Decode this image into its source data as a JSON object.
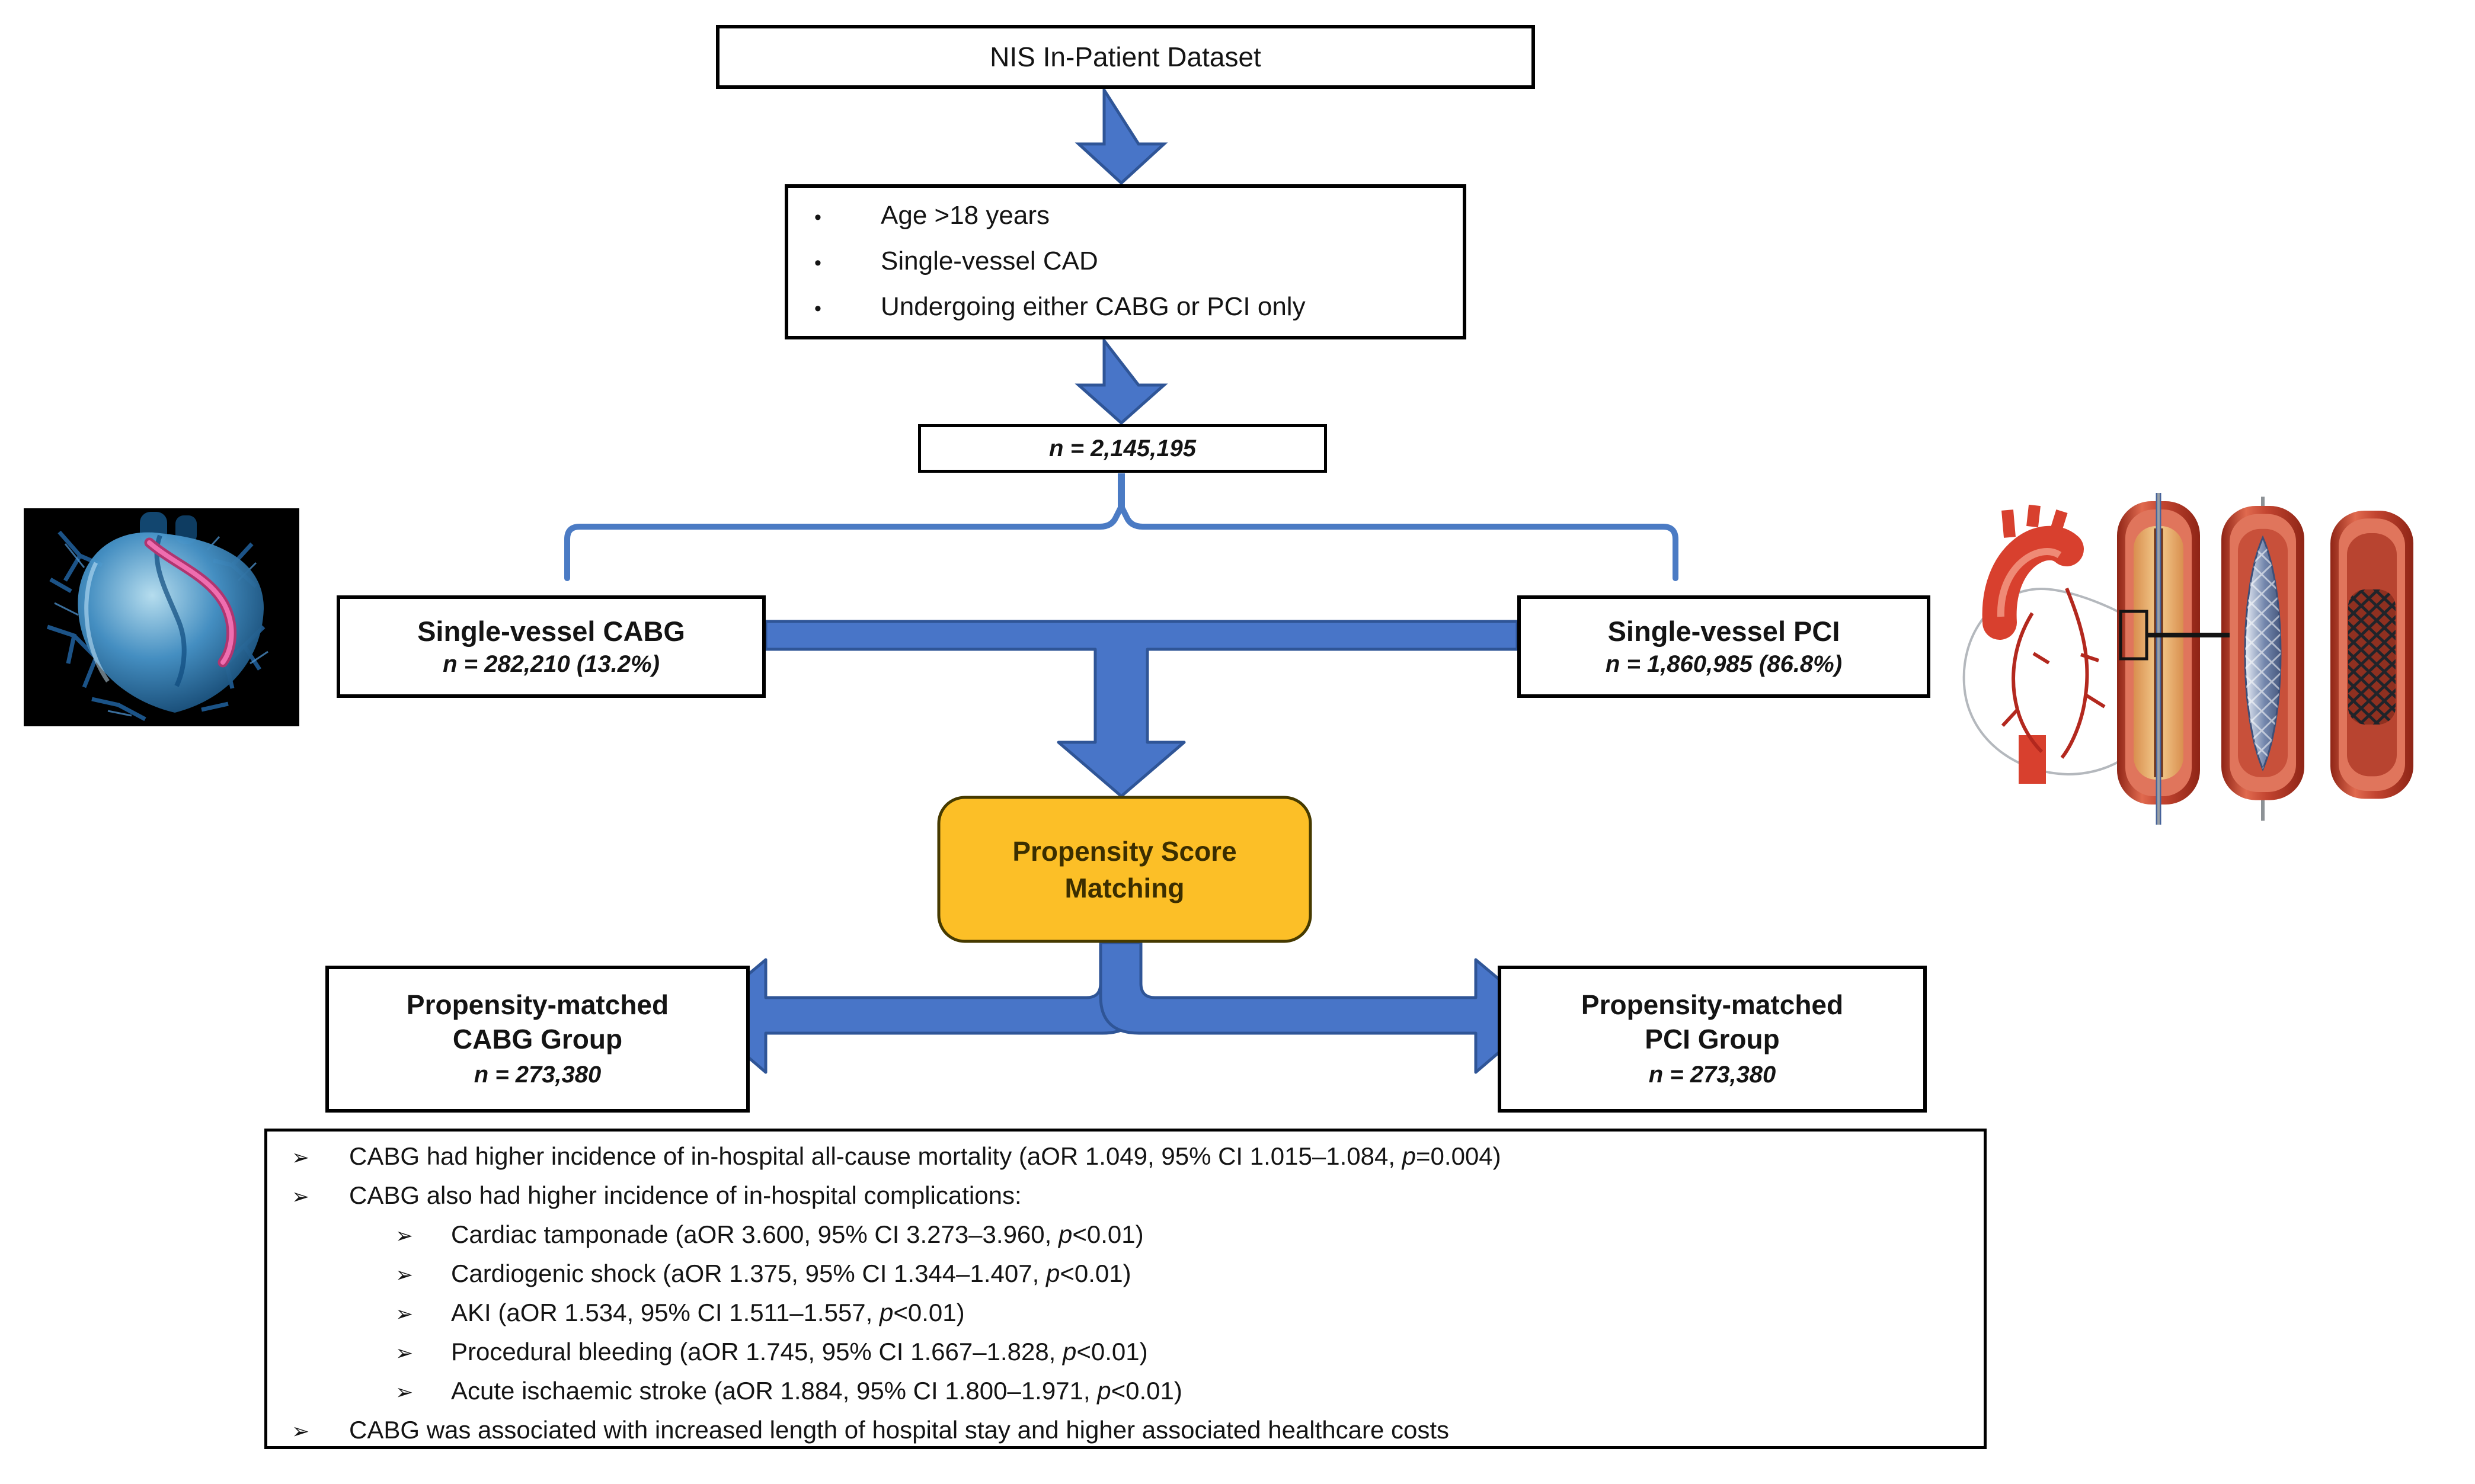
{
  "flow": {
    "top_box": "NIS In-Patient Dataset",
    "criteria": {
      "bullet": "•",
      "items": [
        "Age >18 years",
        "Single-vessel CAD",
        "Undergoing either CABG or PCI only"
      ]
    },
    "total_n": "n = 2,145,195",
    "cabg": {
      "title": "Single-vessel CABG",
      "n": "n = 282,210 (13.2%)"
    },
    "pci": {
      "title": "Single-vessel PCI",
      "n": "n = 1,860,985 (86.8%)"
    },
    "matching": {
      "label": "Propensity Score Matching"
    },
    "matched_cabg": {
      "line1": "Propensity-matched",
      "line2": "CABG Group",
      "n": "n = 273,380"
    },
    "matched_pci": {
      "line1": "Propensity-matched",
      "line2": "PCI Group",
      "n": "n = 273,380"
    },
    "results": {
      "bullet": "➢",
      "items": [
        {
          "level": 1,
          "pre": "CABG had higher incidence of in-hospital all-cause mortality (aOR 1.049, 95% CI 1.015–1.084, ",
          "p": "p",
          "post": "=0.004)"
        },
        {
          "level": 1,
          "pre": "CABG also had higher incidence of in-hospital complications:",
          "p": "",
          "post": ""
        },
        {
          "level": 2,
          "pre": "Cardiac tamponade (aOR 3.600, 95% CI 3.273–3.960, ",
          "p": "p",
          "post": "<0.01)"
        },
        {
          "level": 2,
          "pre": "Cardiogenic shock (aOR 1.375, 95% CI 1.344–1.407, ",
          "p": "p",
          "post": "<0.01)"
        },
        {
          "level": 2,
          "pre": "AKI (aOR 1.534, 95% CI 1.511–1.557, ",
          "p": "p",
          "post": "<0.01)"
        },
        {
          "level": 2,
          "pre": "Procedural bleeding (aOR 1.745, 95% CI 1.667–1.828, ",
          "p": "p",
          "post": "<0.01)"
        },
        {
          "level": 2,
          "pre": "Acute ischaemic stroke (aOR 1.884, 95% CI 1.800–1.971, ",
          "p": "p",
          "post": "<0.01)"
        },
        {
          "level": 1,
          "pre": "CABG was associated with increased length of hospital stay and higher associated healthcare costs",
          "p": "",
          "post": ""
        }
      ]
    }
  },
  "colors": {
    "arrow_fill": "#4875C8",
    "arrow_stroke": "#2F5597",
    "connector": "#4B7BC4",
    "gold_fill": "#FCBF27",
    "gold_stroke": "#463A00",
    "pointer": "#141414"
  },
  "illustrations": {
    "left": "ct-scan-heart-with-bypass-graft-image",
    "right_heart": "coronary-arteries-line-drawing",
    "vessels": "angioplasty-balloon-stent-stages-image"
  }
}
